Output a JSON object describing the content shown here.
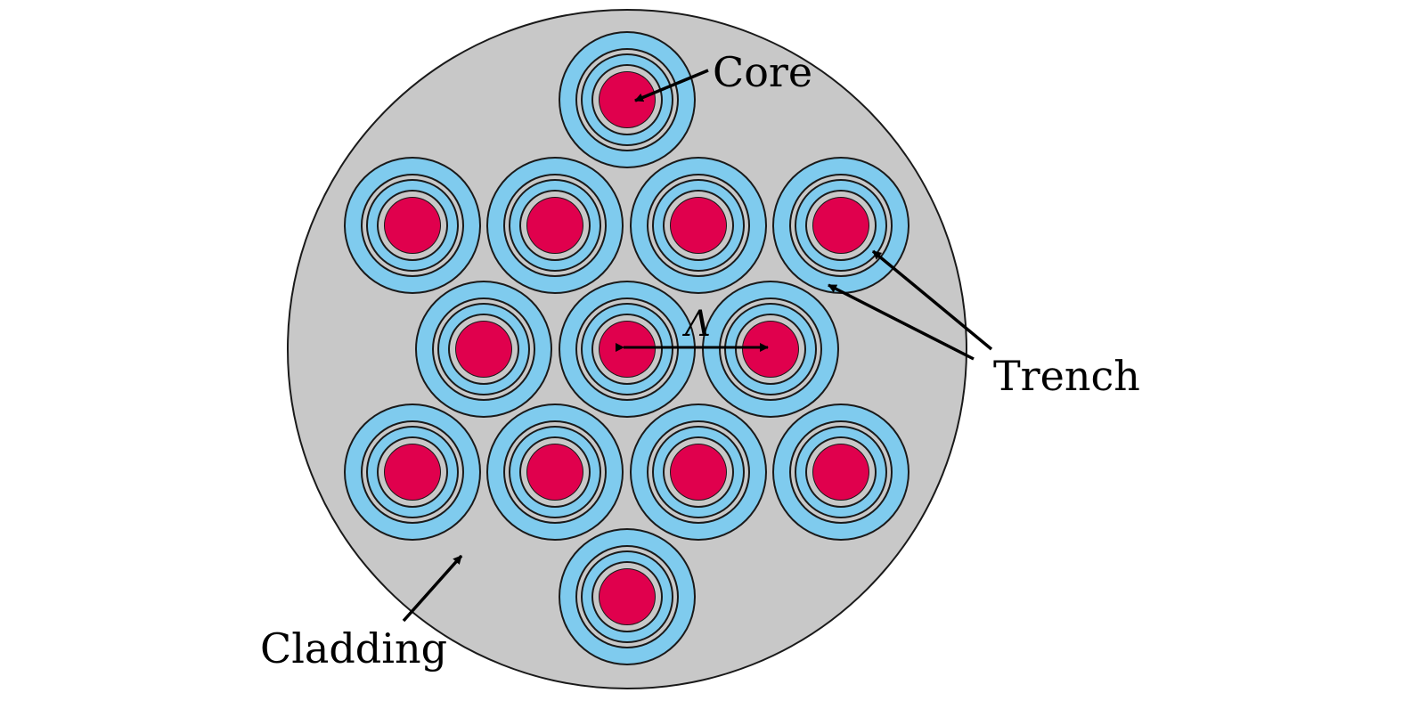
{
  "labels": {
    "core": "Core",
    "trench": "Trench",
    "cladding": "Cladding",
    "pitch": "Λ"
  },
  "colors": {
    "cladding": "#c8c8c8",
    "trench": "#7fcbee",
    "core": "#e0004d",
    "outline": "#1a1a1a",
    "arrow": "#000000",
    "background": "#ffffff"
  },
  "structure": {
    "core_count": 13,
    "core_rows": [
      1,
      4,
      3,
      4,
      1
    ]
  }
}
